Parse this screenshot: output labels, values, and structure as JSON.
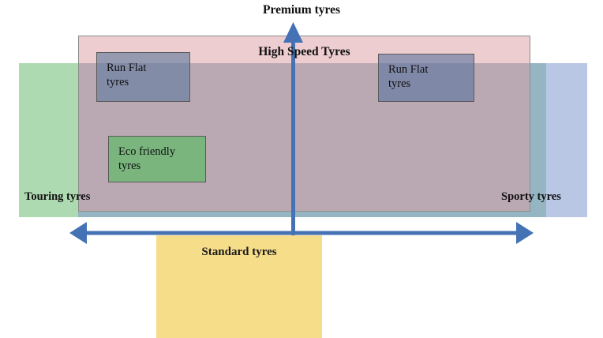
{
  "diagram": {
    "title_axis_vertical": "Premium tyres",
    "title_axis_horizontal_left": "Touring tyres",
    "title_axis_horizontal_right": "Sporty tyres",
    "colors": {
      "green_segment": "#7ac481",
      "blue_segment": "#7f97ce",
      "pink_segment": "#dda0a4",
      "runflat_box": "#607a9e",
      "eco_box": "#60ba68",
      "standard_box": "#f6dd8a",
      "arrow": "#4472b4",
      "text": "#111111"
    },
    "segments": [
      {
        "name": "touring-segment",
        "label": "Touring tyres"
      },
      {
        "name": "sporty-segment",
        "label": "Sporty tyres"
      },
      {
        "name": "high-speed-segment",
        "label": "High Speed Tyres"
      }
    ],
    "product_boxes": [
      {
        "name": "run-flat-tyres-left",
        "line1": "Run Flat",
        "line2": "tyres"
      },
      {
        "name": "run-flat-tyres-right",
        "line1": "Run Flat",
        "line2": "tyres"
      },
      {
        "name": "eco-friendly-tyres",
        "line1": "Eco friendly",
        "line2": "tyres"
      },
      {
        "name": "standard-tyres",
        "label": "Standard tyres"
      }
    ],
    "axes": {
      "vertical": {
        "label": "Premium tyres",
        "direction": "up"
      },
      "horizontal": {
        "left_label": "Touring tyres",
        "right_label": "Sporty tyres",
        "direction": "both"
      }
    }
  }
}
